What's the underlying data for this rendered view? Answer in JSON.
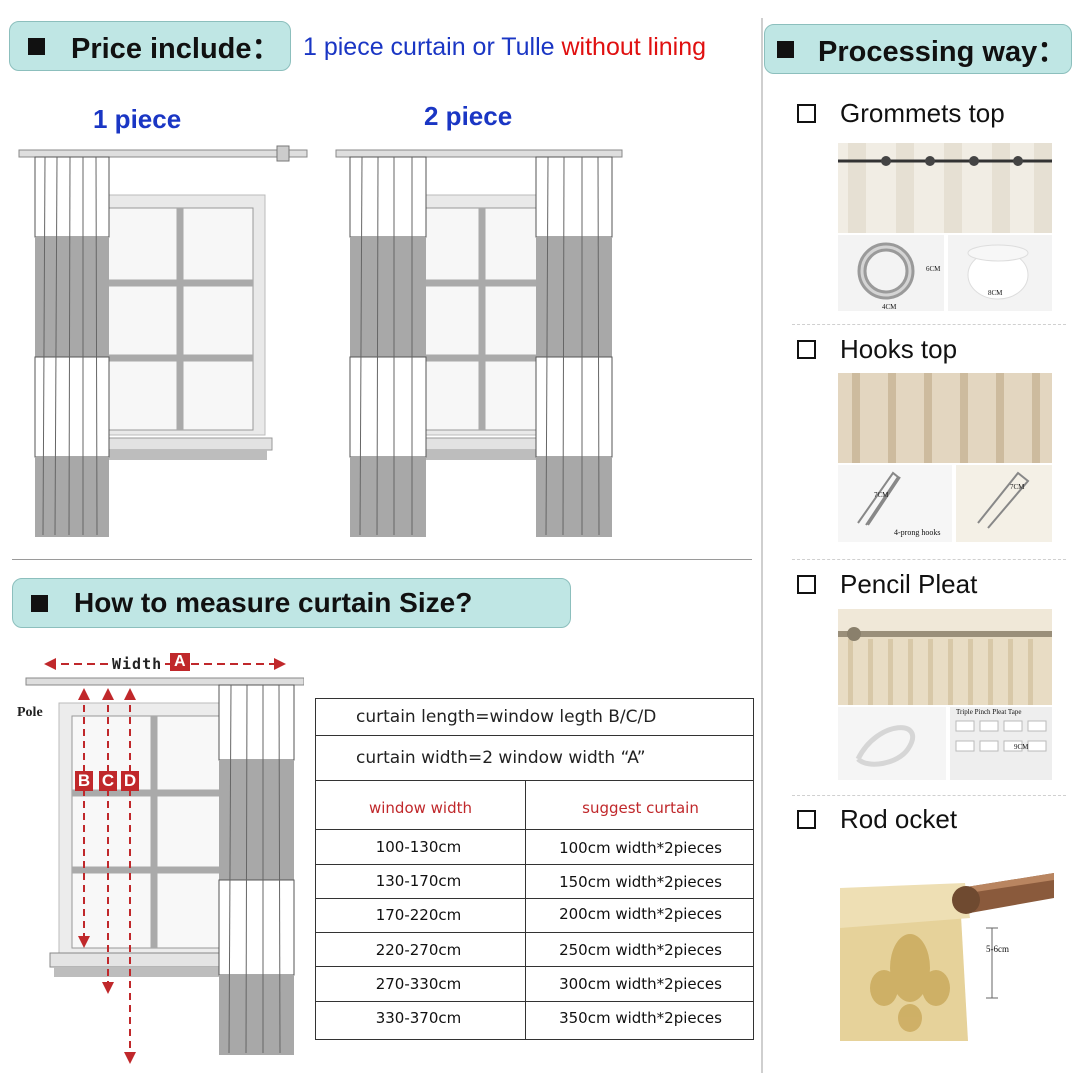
{
  "header": {
    "price_title": "Price include：",
    "note_blue": "1 piece curtain or Tulle",
    "note_red": "without lining",
    "processing_title": "Processing way："
  },
  "illustrations": {
    "one_piece_label": "1 piece",
    "two_piece_label": "2 piece"
  },
  "measure": {
    "title": "How to measure curtain Size?",
    "width_label": "Width",
    "width_letter": "A",
    "pole_label": "Pole",
    "length_letters": [
      "B",
      "C",
      "D"
    ]
  },
  "size_table": {
    "line1": "curtain length=window legth B/C/D",
    "line2": "curtain width=2 window width  “A”",
    "col_headers": [
      "window width",
      "suggest curtain"
    ],
    "rows": [
      [
        "100-130cm",
        "100cm width*2pieces"
      ],
      [
        "130-170cm",
        "150cm width*2pieces"
      ],
      [
        "170-220cm",
        "200cm width*2pieces"
      ],
      [
        "220-270cm",
        "250cm width*2pieces"
      ],
      [
        "270-330cm",
        "300cm width*2pieces"
      ],
      [
        "330-370cm",
        "350cm width*2pieces"
      ]
    ]
  },
  "processing": {
    "options": [
      {
        "label": "Grommets top",
        "photo_labels": [
          "6CM",
          "4CM",
          "8CM"
        ]
      },
      {
        "label": "Hooks top",
        "photo_labels": [
          "7CM",
          "4-prong hooks",
          "7CM"
        ]
      },
      {
        "label": "Pencil Pleat",
        "photo_labels": [
          "Triple Pinch Pleat Tape",
          "9CM"
        ]
      },
      {
        "label": "Rod ocket",
        "photo_labels": [
          "5-6cm"
        ]
      }
    ]
  },
  "colors": {
    "pill_bg": "#bfe6e4",
    "title_blue": "#1a36c4",
    "lining_red": "#e01010",
    "table_header_red": "#c0282b",
    "measure_red": "#c0282b"
  }
}
